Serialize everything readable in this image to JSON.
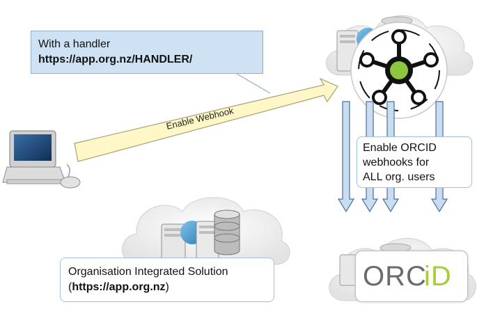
{
  "callout": {
    "line1": "With a handler",
    "url": "https://app.org.nz/HANDLER/"
  },
  "arrow_label": "Enable Webhook",
  "orcid_note": {
    "line1": "Enable ORCID",
    "line2": "webhooks for",
    "line3": "ALL org. users"
  },
  "org_box": {
    "line1": "Organisation Integrated Solution",
    "url_prefix": "(",
    "url": "https://app.org.nz",
    "url_suffix": ")"
  },
  "orcid_logo": {
    "text_left": "ORC",
    "text_right": "iD"
  },
  "colors": {
    "arrow_fill": "#fff7c8",
    "callout_bg": "#cfe2f3",
    "down_arrow": "#c9dcf0",
    "hub_green": "#8dc63f",
    "orcid_green": "#a6ce39",
    "orcid_grey": "#6b6b6b"
  }
}
